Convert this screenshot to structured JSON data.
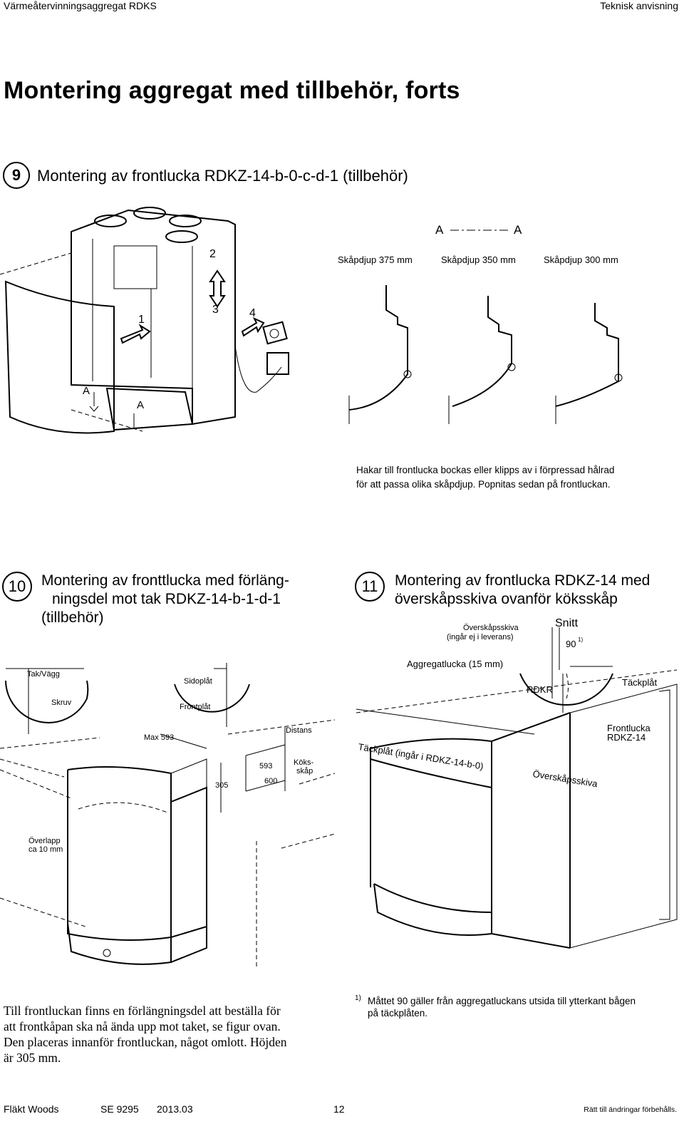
{
  "header": {
    "left": "Värmeåtervinningsaggregat RDKS",
    "right": "Teknisk anvisning"
  },
  "title": "Montering aggregat med tillbehör, forts",
  "step9": {
    "number": "9",
    "title": "Montering av frontlucka RDKZ-14-b-0-c-d-1 (tillbehör)",
    "arrows": [
      "1",
      "2",
      "3",
      "4"
    ],
    "section_mark": "A",
    "section_line": "A",
    "depths": [
      "Skåpdjup 375 mm",
      "Skåpdjup 350 mm",
      "Skåpdjup 300  mm"
    ],
    "caption_lines": [
      "Hakar till frontlucka bockas eller klipps av i förpressad hålrad",
      "för att passa olika skåpdjup. Popnitas sedan på frontluckan."
    ]
  },
  "step10": {
    "number": "10",
    "title_lines": [
      "Montering av fronttlucka med förläng-",
      "ningsdel mot tak RDKZ-14-b-1-d-1",
      "(tillbehör)"
    ],
    "labels": {
      "tak": "Tak/Vägg",
      "skruv": "Skruv",
      "sidoplat": "Sidoplåt",
      "frontplat": "Frontplåt",
      "max": "Max 593",
      "distans": "Distans",
      "d593": "593",
      "d600": "600",
      "koksskap_1": "Köks-",
      "koksskap_2": "skåp",
      "d305": "305",
      "overlapp_1": "Överlapp",
      "overlapp_2": "ca 10 mm"
    }
  },
  "step11": {
    "number": "11",
    "title_lines": [
      "Montering av frontlucka RDKZ-14 med",
      "överskåpsskiva ovanför köksskåp"
    ],
    "labels": {
      "overskap_1": "Överskåpsskiva",
      "overskap_2": "(ingår ej i leverans)",
      "snitt": "Snitt",
      "d90": "90",
      "sup": "1)",
      "aggregatlucka": "Aggregatlucka (15 mm)",
      "rdkr": "RDKR",
      "tackplat": "Täckplåt",
      "frontlucka_1": "Frontlucka",
      "frontlucka_2": "RDKZ-14",
      "tackplat_ingar": "Täckplåt (ingår i RDKZ-14-b-0)",
      "overskapsskiva": "Överskåpsskiva"
    }
  },
  "body_text": [
    "Till frontluckan finns en förlängningsdel att beställa för",
    "att frontkåpan ska nå ända upp mot taket, se figur ovan.",
    "Den placeras innanför frontluckan, något omlott. Höjden",
    "är 305 mm."
  ],
  "footnote": {
    "mark": "1)",
    "lines": [
      "Måttet 90 gäller från aggregatluckans utsida till ytterkant bågen",
      "på täckplåten."
    ]
  },
  "footer": {
    "company": "Fläkt Woods",
    "doc": "SE 9295",
    "date": "2013.03",
    "page": "12",
    "rights": "Rätt till ändringar förbehålls."
  }
}
